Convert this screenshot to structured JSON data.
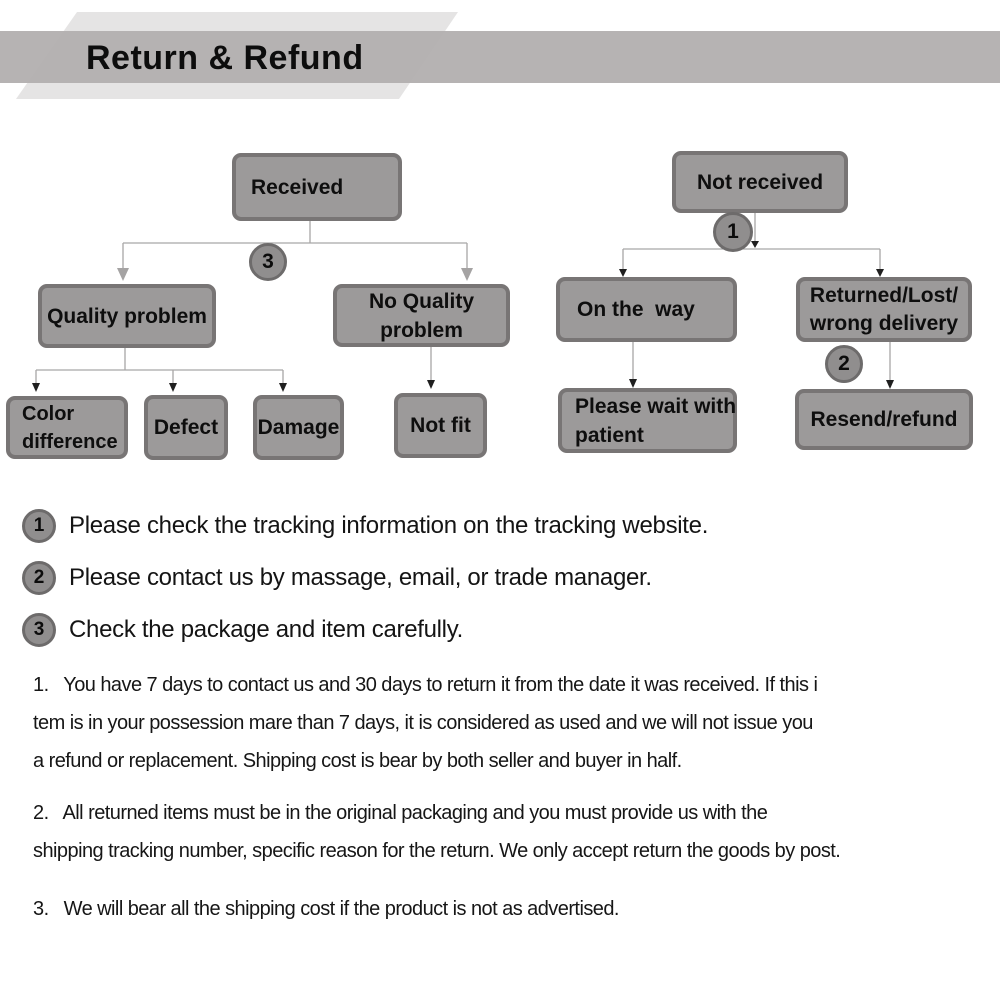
{
  "header": {
    "title": "Return & Refund"
  },
  "colors": {
    "band_color": "#b3b0b0",
    "parallelogram_color": "#e5e4e4",
    "box_fill": "#9c9a9a",
    "box_border": "#787575",
    "marker_fill": "#908e8e",
    "marker_border": "#6d6b6b",
    "line_color": "#a8a6a6",
    "arrow_big_color": "#a5a3a3"
  },
  "flowchart": {
    "boxes": {
      "received": "Received",
      "not_received": "Not received",
      "quality_problem": "Quality problem",
      "no_quality_problem": "No Quality\nproblem",
      "on_the_way": "On the  way",
      "returned_lost": "Returned/Lost/\nwrong delivery",
      "color_difference": "Color\ndifference",
      "defect": "Defect",
      "damage": "Damage",
      "not_fit": "Not fit",
      "please_wait": "Please wait with\npatient",
      "resend_refund": "Resend/refund"
    },
    "markers": {
      "m1": "1",
      "m2": "2",
      "m3": "3"
    }
  },
  "legend": {
    "items": [
      {
        "num": "1",
        "text": "Please check the tracking information on the tracking website."
      },
      {
        "num": "2",
        "text": "Please contact us by massage, email, or trade manager."
      },
      {
        "num": "3",
        "text": "Check the package and item carefully."
      }
    ]
  },
  "paragraphs": {
    "p1": "1.   You have 7 days to contact us and 30 days to return it from the date it was received. If this i\ntem is in your possession mare than 7 days, it is considered as used and we will not issue you\na refund or replacement. Shipping cost is bear by both seller and buyer in half.",
    "p2": "2.   All returned items must be in the original packaging and you must provide us with the\nshipping tracking number, specific reason for the return. We only accept return the goods by post.",
    "p3": "3.   We will bear all the shipping cost if the product is not as advertised."
  }
}
